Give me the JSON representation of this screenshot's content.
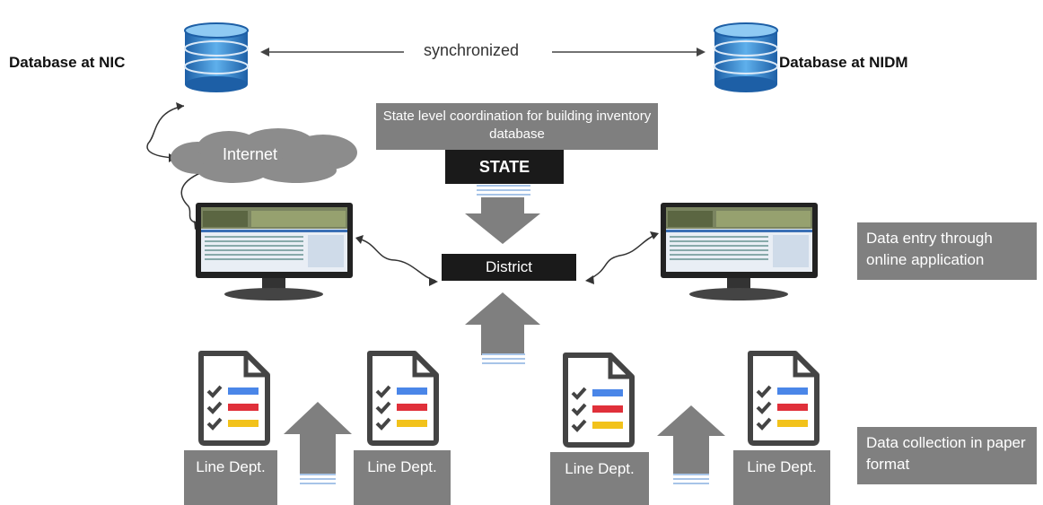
{
  "databases": {
    "left_label": "Database at NIC",
    "right_label": "Database at NIDM",
    "sync_label": "synchronized"
  },
  "internet": {
    "label": "Internet"
  },
  "state": {
    "caption": "State level coordination for building inventory database",
    "label": "STATE"
  },
  "district": {
    "label": "District"
  },
  "side_labels": {
    "data_entry": "Data entry through online application",
    "data_collection": "Data collection in paper format"
  },
  "line_depts": [
    {
      "label": "Line Dept."
    },
    {
      "label": "Line Dept."
    },
    {
      "label": "Line Dept."
    },
    {
      "label": "Line Dept."
    }
  ],
  "colors": {
    "db_blue": "#2f7fc7",
    "gray_box": "#7f7f7f",
    "black_box": "#1a1a1a",
    "check_blue": "#4a86e8",
    "check_red": "#e0303a",
    "check_yellow": "#f2c21b"
  },
  "icons": [
    "database-icon",
    "cloud-icon",
    "monitor-icon",
    "checklist-icon",
    "arrow-up-icon",
    "arrow-down-icon"
  ]
}
